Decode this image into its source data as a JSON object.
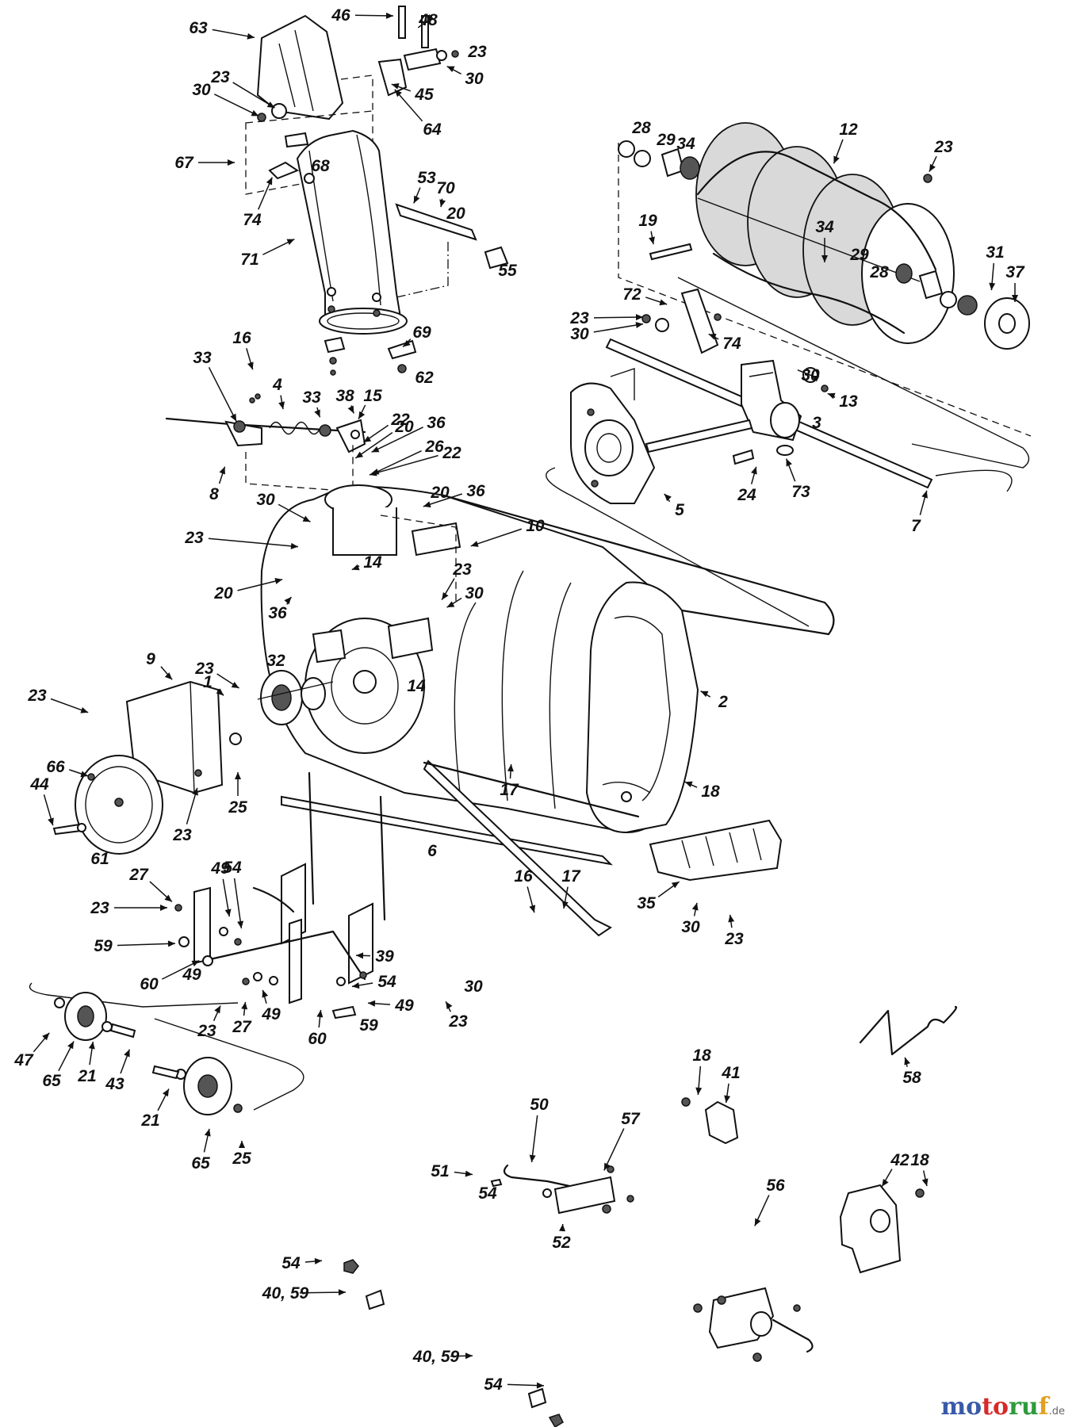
{
  "diagram": {
    "callouts": [
      "63",
      "46",
      "48",
      "23",
      "30",
      "45",
      "64",
      "30",
      "23",
      "67",
      "68",
      "74",
      "71",
      "53",
      "70",
      "20",
      "55",
      "16",
      "33",
      "4",
      "33",
      "38",
      "15",
      "22",
      "36",
      "20",
      "22",
      "26",
      "20",
      "36",
      "69",
      "62",
      "8",
      "30",
      "23",
      "10",
      "14",
      "23",
      "30",
      "20",
      "36",
      "32",
      "14",
      "2",
      "1",
      "23",
      "9",
      "23",
      "66",
      "44",
      "61",
      "25",
      "23",
      "17",
      "18",
      "6",
      "16",
      "17",
      "27",
      "49",
      "54",
      "23",
      "59",
      "60",
      "49",
      "39",
      "54",
      "30",
      "23",
      "35",
      "30",
      "23",
      "23",
      "27",
      "49",
      "60",
      "59",
      "49",
      "47",
      "65",
      "21",
      "43",
      "21",
      "65",
      "25",
      "28",
      "29",
      "34",
      "12",
      "23",
      "19",
      "34",
      "29",
      "28",
      "31",
      "37",
      "72",
      "23",
      "30",
      "74",
      "30",
      "13",
      "3",
      "24",
      "73",
      "5",
      "7",
      "58",
      "18",
      "41",
      "50",
      "57",
      "51",
      "54",
      "52",
      "42",
      "18",
      "56",
      "54",
      "40, 59",
      "40, 59",
      "54"
    ]
  },
  "watermark": {
    "brand_parts": [
      "mo",
      "to",
      "ru",
      "f"
    ],
    "domain": ".de",
    "colors": [
      "#3a5aa8",
      "#d62a2a",
      "#2e9a3c",
      "#e0a020"
    ]
  }
}
